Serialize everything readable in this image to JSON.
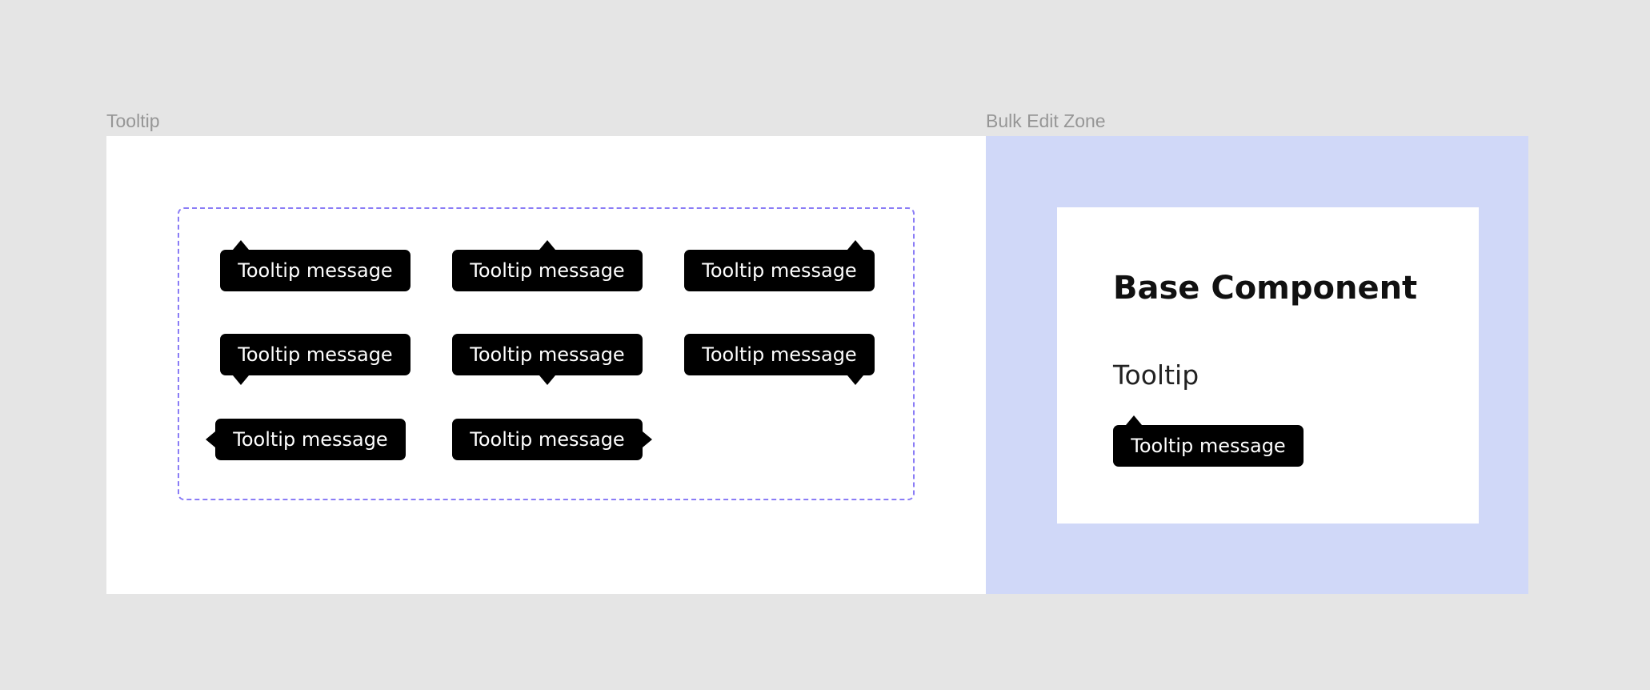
{
  "frames": {
    "tooltip_label": "Tooltip",
    "bulk_label": "Bulk Edit Zone"
  },
  "variants": [
    {
      "text": "Tooltip message",
      "arrow": "top-left"
    },
    {
      "text": "Tooltip message",
      "arrow": "top-center"
    },
    {
      "text": "Tooltip message",
      "arrow": "top-right"
    },
    {
      "text": "Tooltip message",
      "arrow": "bottom-left"
    },
    {
      "text": "Tooltip message",
      "arrow": "bottom-center"
    },
    {
      "text": "Tooltip message",
      "arrow": "bottom-right"
    },
    {
      "text": "Tooltip message",
      "arrow": "left"
    },
    {
      "text": "Tooltip message",
      "arrow": "right"
    }
  ],
  "base": {
    "title": "Base Component",
    "subtitle": "Tooltip",
    "tooltip_text": "Tooltip message"
  },
  "colors": {
    "canvas": "#e5e5e5",
    "frame_label": "#969696",
    "component_set_border": "#8a7cf6",
    "bulk_zone": "#d0d8f8",
    "tooltip_bg": "#000000",
    "tooltip_text": "#ffffff"
  }
}
